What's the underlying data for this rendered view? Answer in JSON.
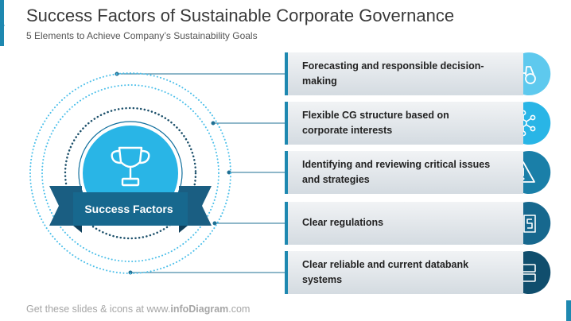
{
  "header": {
    "title": "Success Factors of Sustainable Corporate Governance",
    "subtitle": "5 Elements to Achieve Company’s Sustainability  Goals"
  },
  "center": {
    "label": "Success Factors",
    "icon": "trophy-icon"
  },
  "factors": [
    {
      "label": "Forecasting and responsible decision-making",
      "icon": "binoculars-icon",
      "color": "#5ec9ee"
    },
    {
      "label": "Flexible CG structure based on corporate interests",
      "icon": "network-icon",
      "color": "#29b5e6"
    },
    {
      "label": "Identifying and reviewing critical issues and strategies",
      "icon": "warning-icon",
      "color": "#1a7fa8"
    },
    {
      "label": "Clear regulations",
      "icon": "book-icon",
      "color": "#17688e"
    },
    {
      "label": "Clear reliable and current databank systems",
      "icon": "database-icon",
      "color": "#104e6d"
    }
  ],
  "footer": {
    "prefix": "Get these slides & icons at www.",
    "brand": "infoDiagram",
    "suffix": ".com"
  },
  "colors": {
    "accent": "#1e88b0",
    "ring": "#29b5e6",
    "ribbon": "#1a5e82",
    "ribbon_dark": "#0f3f5a"
  }
}
